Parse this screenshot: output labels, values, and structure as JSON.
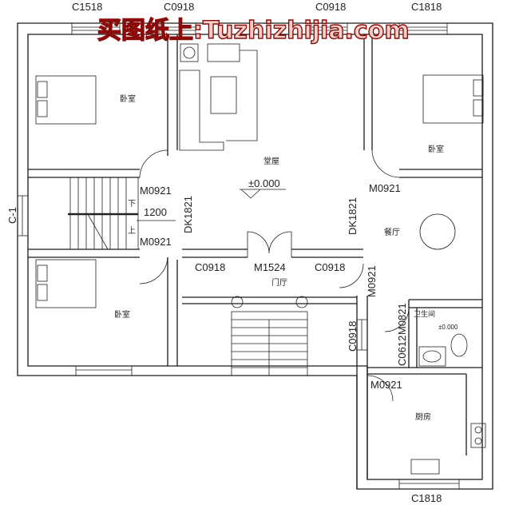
{
  "watermark": "买图纸上:Tuzhizhijia.com",
  "rooms": {
    "bedroom_top_left": "卧室",
    "bedroom_top_right": "卧室",
    "bedroom_bottom_left": "卧室",
    "main_hall": "堂屋",
    "entry_hall": "门厅",
    "dining": "餐厅",
    "bathroom": "卫生间",
    "kitchen": "厨房"
  },
  "elevation": {
    "main": "±0.000",
    "bathroom": "±0.000"
  },
  "labels": {
    "window_top_1": "C1518",
    "window_top_2": "C0918",
    "window_top_3": "C0918",
    "window_top_4": "C1818",
    "window_bottom": "C1818",
    "window_stair": "C-1",
    "window_entry_left": "C0918",
    "window_entry_right": "C0918",
    "window_kitchen_side": "C0918",
    "window_bath": "C0612",
    "door_bath": "M0821",
    "door_entry": "M1524",
    "door_bed_tl": "M0921",
    "door_bed_bl": "M0921",
    "door_bed_tr": "M0921",
    "door_dining": "M0921",
    "door_kitchen": "M0921",
    "opening_left": "DK1821",
    "opening_right": "DK1821",
    "stair_width": "1200",
    "stair_down": "下",
    "stair_up": "上"
  }
}
